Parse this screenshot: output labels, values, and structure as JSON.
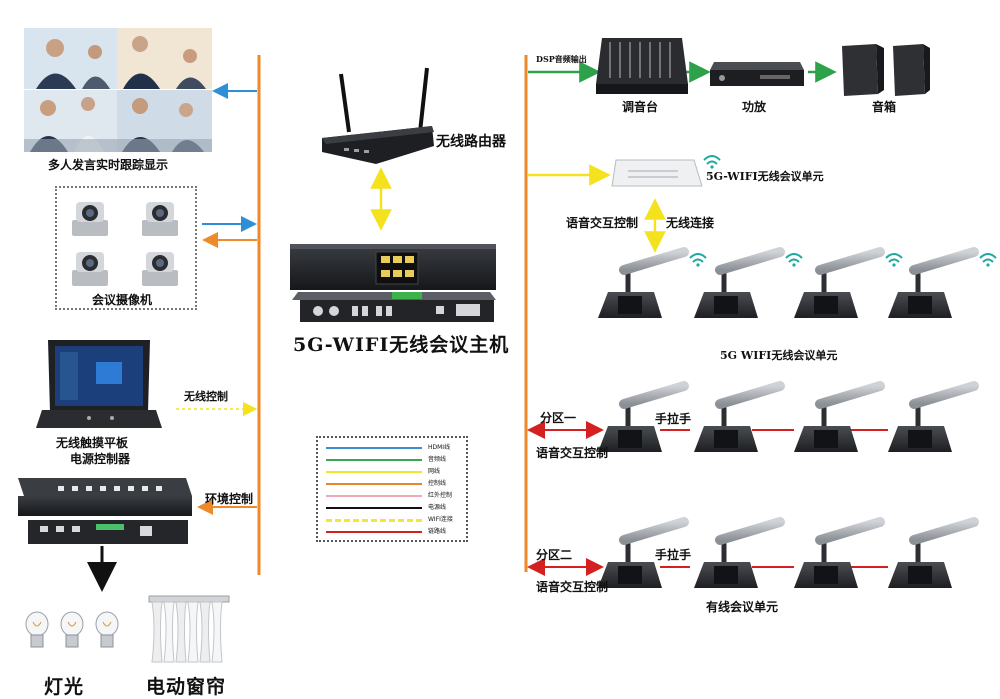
{
  "labels": {
    "tracking_display": "多人发言实时跟踪显示",
    "camera": "会议摄像机",
    "touch_panel_line1": "无线触摸平板",
    "touch_panel_line2": "电源控制器",
    "wireless_control": "无线控制",
    "env_control": "环境控制",
    "light": "灯光",
    "curtain": "电动窗帘",
    "router": "无线路由器",
    "host": "5G-WIFI无线会议主机",
    "dsp_out": "DSP音频输出",
    "mixer": "调音台",
    "amplifier": "功放",
    "speaker": "音箱",
    "wifi_unit_top": "5G-WIFI无线会议单元",
    "voice_control": "语音交互控制",
    "wireless_link": "无线连接",
    "wifi_units": "5G WIFI无线会议单元",
    "zone1": "分区一",
    "voice_control_z1": "语音交互控制",
    "hand_in_hand_1": "手拉手",
    "zone2": "分区二",
    "hand_in_hand_2": "手拉手",
    "voice_control_z2": "语音交互控制",
    "wired_units": "有线会议单元"
  },
  "legend": [
    {
      "text": "HDMI线",
      "color": "#3a8fd0",
      "style": "solid"
    },
    {
      "text": "音频线",
      "color": "#3aa655",
      "style": "solid"
    },
    {
      "text": "网线",
      "color": "#f2e52a",
      "style": "solid"
    },
    {
      "text": "控制线",
      "color": "#e8862e",
      "style": "solid"
    },
    {
      "text": "红外控制",
      "color": "#f0a8b8",
      "style": "solid"
    },
    {
      "text": "电源线",
      "color": "#111111",
      "style": "solid"
    },
    {
      "text": "WIFI连接",
      "color": "#f5e630",
      "style": "dashed"
    },
    {
      "text": "链路线",
      "color": "#d42020",
      "style": "solid"
    }
  ],
  "colors": {
    "bus": "#ee8a2a",
    "hdmi": "#2f8fd6",
    "audio": "#2ea24a",
    "network": "#f3e21d",
    "link": "#d42020",
    "wifi": "#1fa8a0"
  }
}
